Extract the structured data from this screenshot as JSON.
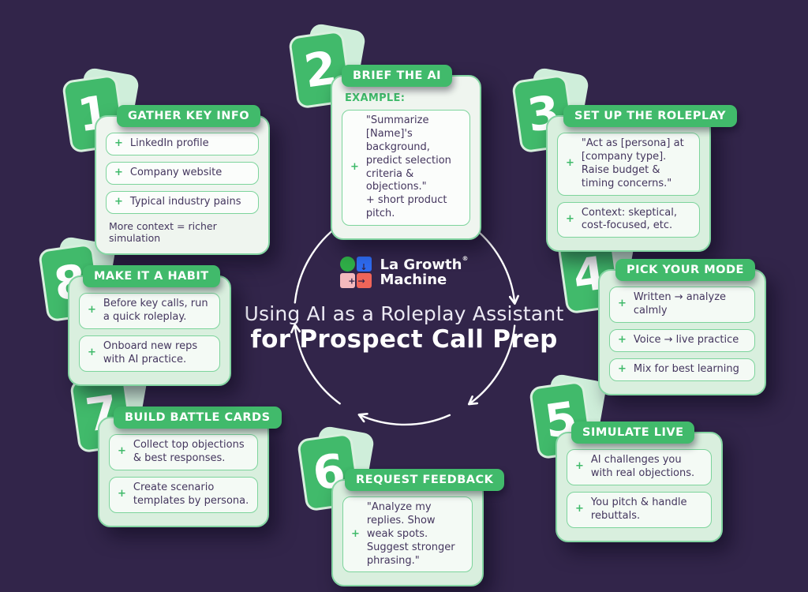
{
  "brand": {
    "name_line1": "La Growth",
    "name_line2": "Machine",
    "reg": "®"
  },
  "title": {
    "line1": "Using AI as a Roleplay Assistant",
    "line2": "for Prospect Call Prep"
  },
  "icons": {
    "plus": "+"
  },
  "colors": {
    "background": "#32254a",
    "accent_green": "#41ba6b",
    "mint_card": "#d9efde",
    "light_card": "#eff5ef",
    "text_dark": "#44365e",
    "logo_green": "#2fae47",
    "logo_blue": "#2e6bf0",
    "logo_pink": "#f4b9bd",
    "logo_red": "#ef6559"
  },
  "cards": [
    {
      "number": "1",
      "title": "GATHER KEY INFO",
      "items": [
        "LinkedIn profile",
        "Company website",
        "Typical industry pains"
      ],
      "footer": "More context = richer simulation"
    },
    {
      "number": "2",
      "title": "BRIEF THE AI",
      "label": "EXAMPLE:",
      "items": [
        "\"Summarize [Name]'s background, predict selection criteria & objections.\"\n+ short product pitch."
      ]
    },
    {
      "number": "3",
      "title": "SET UP THE ROLEPLAY",
      "items": [
        "\"Act as [persona] at [company type]. Raise budget & timing concerns.\"",
        "Context: skeptical, cost-focused, etc."
      ]
    },
    {
      "number": "4",
      "title": "PICK YOUR MODE",
      "items": [
        "Written → analyze calmly",
        "Voice → live practice",
        "Mix for best learning"
      ]
    },
    {
      "number": "5",
      "title": "SIMULATE LIVE",
      "items": [
        "AI challenges you with real objections.",
        "You pitch & handle rebuttals."
      ]
    },
    {
      "number": "6",
      "title": "REQUEST FEEDBACK",
      "items": [
        "\"Analyze my replies. Show weak spots. Suggest stronger phrasing.\""
      ]
    },
    {
      "number": "7",
      "title": "BUILD BATTLE CARDS",
      "items": [
        "Collect top objections & best responses.",
        "Create scenario templates by persona."
      ]
    },
    {
      "number": "8",
      "title": "MAKE IT A HABIT",
      "items": [
        "Before key calls, run a quick roleplay.",
        "Onboard new reps with AI practice."
      ]
    }
  ]
}
